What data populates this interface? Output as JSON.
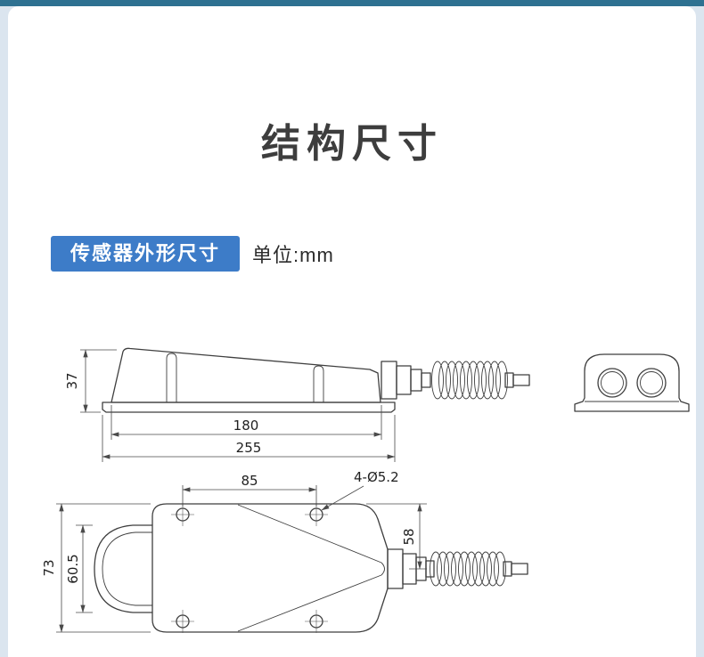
{
  "page": {
    "title": "结构尺寸",
    "section_badge": "传感器外形尺寸",
    "unit_label": "单位:mm"
  },
  "dimensions": {
    "side_view": {
      "height": "37",
      "body_length": "180",
      "overall_length": "255"
    },
    "top_view": {
      "hole_spacing": "85",
      "hole_callout": "4-Ø5.2",
      "edge_to_center": "58",
      "overall_width": "73",
      "pedal_width": "60.5"
    }
  },
  "colors": {
    "page_background": "#dbe5ef",
    "top_bar": "#2e7191",
    "badge_blue": "#3d7cc8",
    "line_color": "#3f3f3f"
  }
}
